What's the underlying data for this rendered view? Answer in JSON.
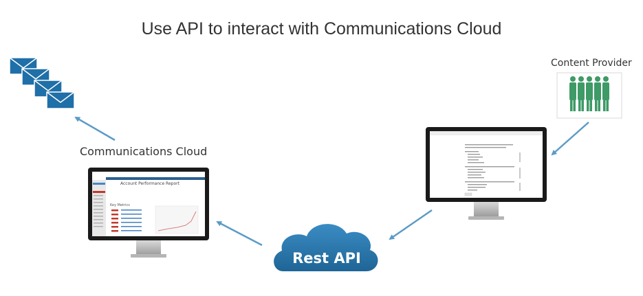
{
  "title": "Use API to interact with Communications Cloud",
  "nodes": {
    "communications_cloud": {
      "label": "Communications Cloud"
    },
    "content_provider": {
      "label": "Content Provider"
    },
    "rest_api": {
      "label": "Rest API"
    }
  },
  "screens": {
    "report": {
      "title": "Account Performance Report",
      "section": "Key Metrics"
    }
  },
  "colors": {
    "arrow": "#5b9bc6",
    "cloud": "#2e7bb0",
    "envelope": "#1f6fa8",
    "people": "#3e9a66",
    "monitor_frame": "#1a1a1a"
  },
  "icons": [
    "envelope-icon",
    "people-icon",
    "monitor-icon",
    "cloud-icon"
  ]
}
